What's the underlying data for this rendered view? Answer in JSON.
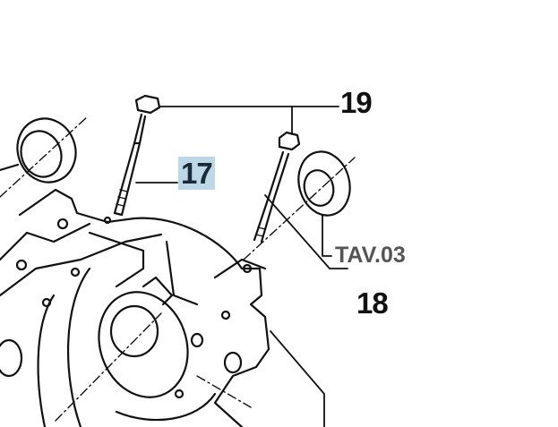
{
  "diagram": {
    "callouts": [
      {
        "label": "19"
      },
      {
        "label": "17",
        "highlighted": true
      },
      {
        "label": "TAV.03"
      },
      {
        "label": "18"
      }
    ],
    "highlight_color": "#bcd7e6"
  }
}
